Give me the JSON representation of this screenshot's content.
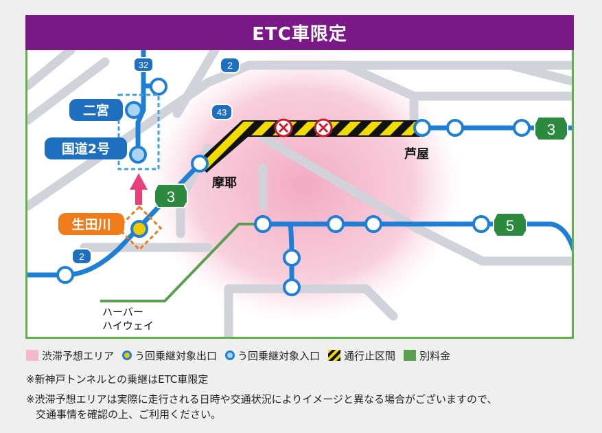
{
  "title": "ETC車限定",
  "routes": {
    "r32": "32",
    "r2_top": "2",
    "r43": "43",
    "r3_right": "3",
    "r3_mid": "3",
    "r5": "5",
    "r2_bottom": "2"
  },
  "stations": {
    "ninomiya": "二宮",
    "kokudo2": "国道2号",
    "ikutagawa": "生田川",
    "maya": "摩耶",
    "ashiya": "芦屋",
    "harbor_line1": "ハーバー",
    "harbor_line2": "ハイウェイ"
  },
  "legend": {
    "congestion": "渋滞予想エリア",
    "exit": "う回乗継対象出口",
    "entrance": "う回乗継対象入口",
    "closed": "通行止区間",
    "separate_fare": "別料金"
  },
  "notes": {
    "line1": "※新神戸トンネルとの乗継はETC車限定",
    "line2": "※渋滞予想エリアは実際に走行される日時や交通状況によりイメージと異なる場合がございますので、",
    "line3": "交通事情を確認の上、ご利用ください。"
  },
  "colors": {
    "title_bg": "#7a1a86",
    "route_blue": "#1e7fd4",
    "congestion_pink": "#f4b8cc",
    "exit_yellow": "#f0c800",
    "entrance_light_blue": "#aad4f2",
    "separate_fare_green": "#5a9e50",
    "label_blue": "#1e6fc0",
    "label_orange": "#ef7b1a",
    "shield_green": "#2b8a3e"
  }
}
